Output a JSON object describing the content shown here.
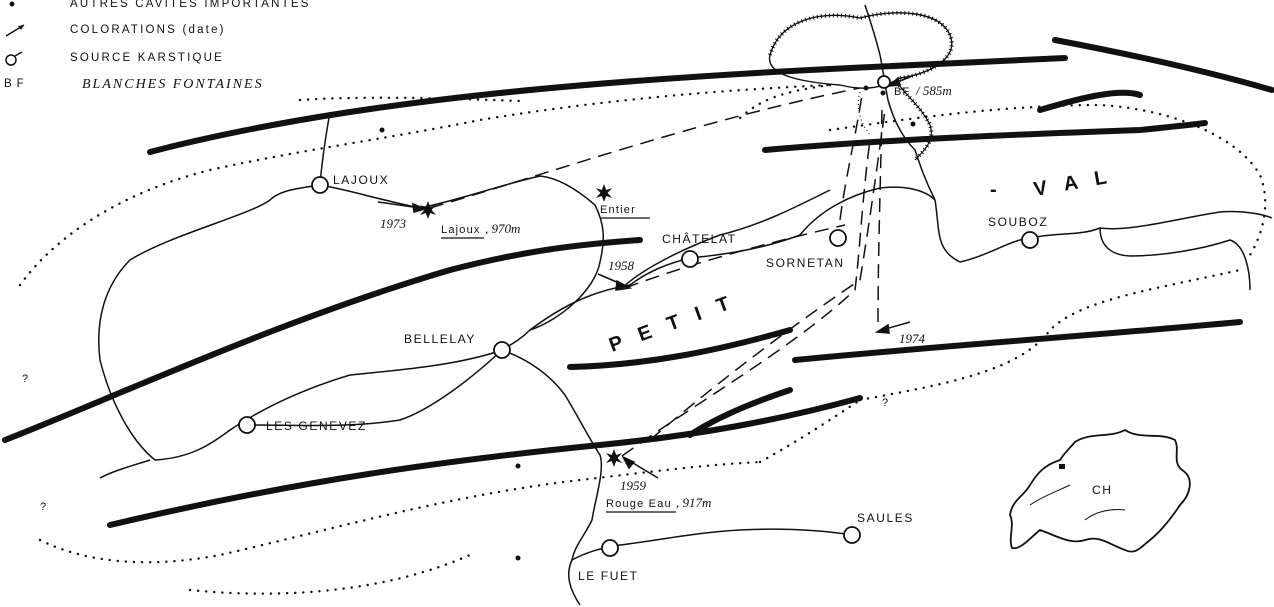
{
  "legend": {
    "other_caves": "AUTRES CAVITES IMPORTANTES",
    "colorations": "COLORATIONS (date)",
    "karst_spring": "SOURCE KARSTIQUE",
    "bf_abbr": "BF",
    "bf_name": "BLANCHES FONTAINES"
  },
  "places": {
    "lajoux": "LAJOUX",
    "chatelat": "CHÂTELAT",
    "sornetan": "SORNETAN",
    "souboz": "SOUBOZ",
    "bellelay": "BELLELAY",
    "les_genevez": "LES GENEVEZ",
    "saules": "SAULES",
    "le_fuet": "LE FUET"
  },
  "sinks": {
    "lajoux_label": "Lajoux",
    "lajoux_alt": ", 970m",
    "entier": "Entier",
    "rouge_eau_label": "Rouge Eau",
    "rouge_eau_alt": ", 917m"
  },
  "spring": {
    "bf_label": "BF",
    "bf_alt": "/ 585m"
  },
  "years": {
    "y1973": "1973",
    "y1958": "1958",
    "y1974": "1974",
    "y1959": "1959"
  },
  "valley": {
    "val": "V A L",
    "petit": "P E T I T",
    "dash": "-"
  },
  "unknowns": {
    "q": "?"
  },
  "inset": {
    "country": "CH"
  },
  "colors": {
    "ink": "#111111",
    "paper": "#ffffff"
  }
}
